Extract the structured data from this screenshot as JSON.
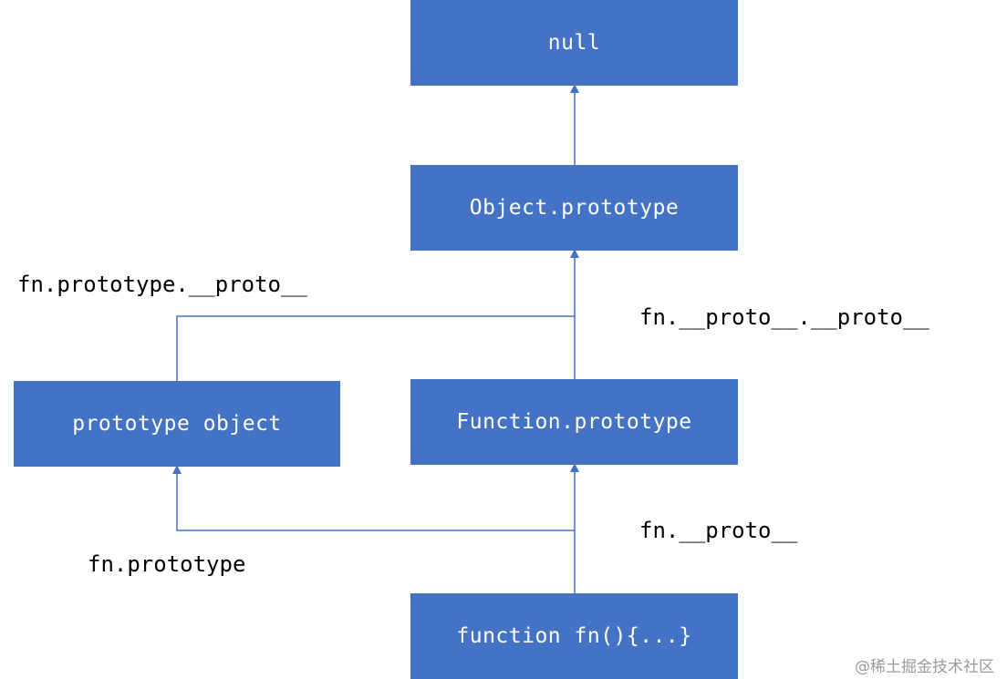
{
  "diagram": {
    "nodes": {
      "null_node": "null",
      "object_prototype": "Object.prototype",
      "prototype_object": "prototype object",
      "function_prototype": "Function.prototype",
      "function_fn": "function fn(){...}"
    },
    "edge_labels": {
      "fn_prototype_proto": "fn.prototype.__proto__",
      "fn_proto_proto": "fn.__proto__.__proto__",
      "fn_proto": "fn.__proto__",
      "fn_prototype": "fn.prototype"
    },
    "colors": {
      "node_fill": "#4472C4",
      "node_text": "#FFFFFF",
      "edge": "#4472C4"
    }
  },
  "watermark": "@稀土掘金技术社区"
}
